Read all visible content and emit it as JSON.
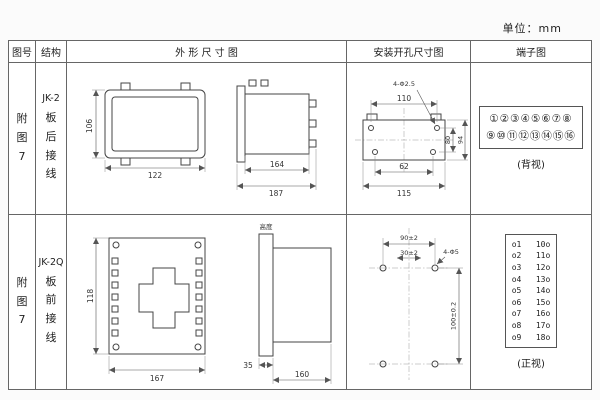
{
  "unit_label": "单位：mm",
  "headers": {
    "fig_no": "图号",
    "structure": "结构",
    "outline": "外 形 尺 寸 图",
    "install": "安装开孔尺寸图",
    "terminal": "端子图"
  },
  "rows": [
    {
      "fig": "附图7",
      "model": "JK-2",
      "wiring": "板后接线",
      "outline": {
        "height": "106",
        "width": "122",
        "depth_inner": "164",
        "depth_outer": "187"
      },
      "install": {
        "width_top": "110",
        "holes": "4-Φ2.5",
        "height_inner": "80",
        "height_outer": "94",
        "width_bottom_inner": "62",
        "width_bottom_outer": "115"
      },
      "terminal": {
        "row_top": "①②③④⑤⑥⑦⑧",
        "row_bottom": "⑨⑩⑪⑫⑬⑭⑮⑯",
        "view": "(背视)"
      }
    },
    {
      "fig": "附图7",
      "model": "JK-2Q",
      "wiring": "板前接线",
      "outline": {
        "height": "118",
        "width": "167",
        "note": "高度",
        "side_width": "35",
        "side_depth": "160"
      },
      "install": {
        "width_top": "90±2",
        "offset": "30±2",
        "holes": "4-Φ5",
        "height": "100±0.2"
      },
      "terminal": {
        "lines": [
          "o1   10o",
          "o2   11o",
          "o3   12o",
          "o4   13o",
          "o5   14o",
          "o6   15o",
          "o7   16o",
          "o8   17o",
          "o9   18o"
        ],
        "view": "(正视)"
      }
    }
  ]
}
